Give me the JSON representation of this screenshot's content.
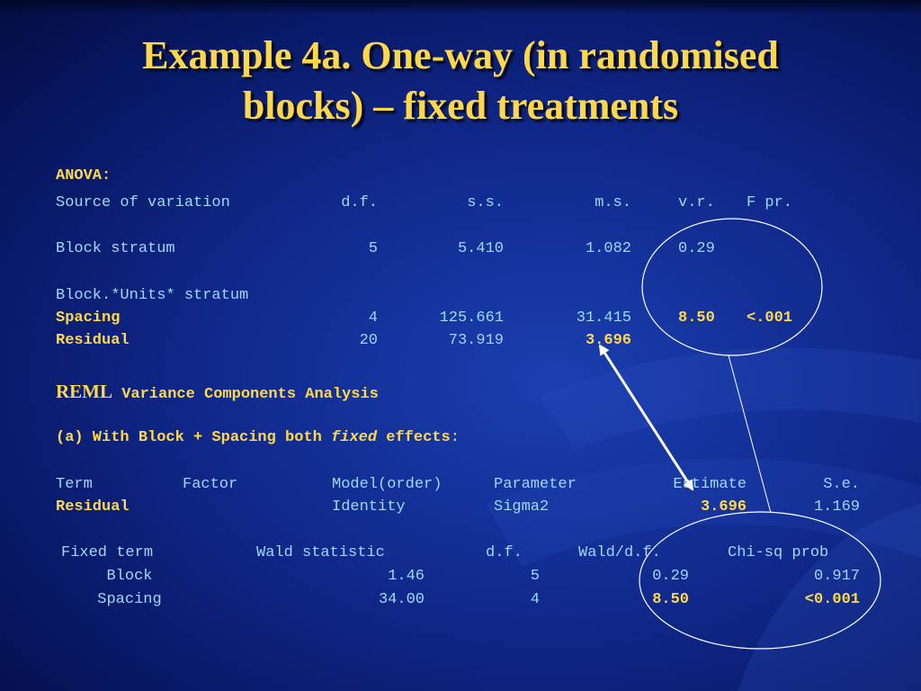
{
  "title": {
    "line1": "Example 4a. One-way (in randomised",
    "line2": "blocks) – fixed treatments"
  },
  "anova": {
    "heading": "ANOVA:",
    "headers": [
      "Source of variation",
      "d.f.",
      "s.s.",
      "m.s.",
      "v.r.",
      "F pr."
    ],
    "block_stratum": {
      "label": "Block stratum",
      "df": "5",
      "ss": "5.410",
      "ms": "1.082",
      "vr": "0.29"
    },
    "units_stratum_label": "Block.*Units* stratum",
    "spacing": {
      "label": "Spacing",
      "df": "4",
      "ss": "125.661",
      "ms": "31.415",
      "vr": "8.50",
      "fpr": "<.001"
    },
    "residual": {
      "label": "Residual",
      "df": "20",
      "ss": "73.919",
      "ms": "3.696"
    }
  },
  "reml": {
    "heading_bold": "REML",
    "heading_rest": "Variance Components Analysis",
    "sub_a": "(a) With Block + Spacing both ",
    "sub_fixed": "fixed",
    "sub_effects": " effects",
    "sub_colon": ":",
    "headers": [
      "Term",
      "Factor",
      "Model(order)",
      "Parameter",
      "Estimate",
      "S.e."
    ],
    "residual": {
      "term": "Residual",
      "model": "Identity",
      "parameter": "Sigma2",
      "estimate": "3.696",
      "se": "1.169"
    }
  },
  "fixed": {
    "headers": [
      "Fixed term",
      "Wald statistic",
      "d.f.",
      "Wald/d.f.",
      "Chi-sq prob"
    ],
    "rows": [
      {
        "term": "Block",
        "wald": "1.46",
        "df": "5",
        "wdf": "0.29",
        "prob": "0.917"
      },
      {
        "term": "Spacing",
        "wald": "34.00",
        "df": "4",
        "wdf": "8.50",
        "prob": "<0.001"
      }
    ]
  },
  "colors": {
    "title": "#ffd84a",
    "text": "#9fd9f2",
    "background": "#10288a"
  }
}
